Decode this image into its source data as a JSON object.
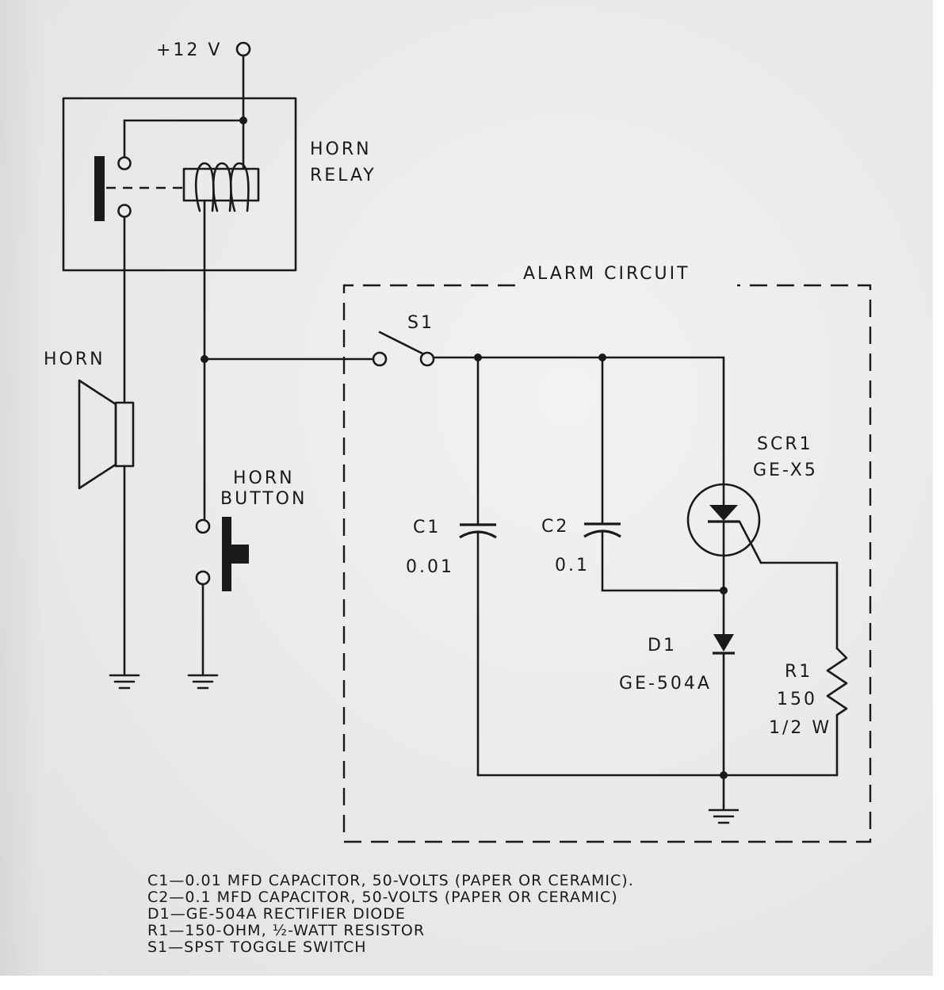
{
  "labels": {
    "supply": "+12 V",
    "horn_relay_line1": "HORN",
    "horn_relay_line2": "RELAY",
    "horn": "HORN",
    "horn_button_line1": "HORN",
    "horn_button_line2": "BUTTON",
    "alarm_circuit": "ALARM CIRCUIT",
    "s1": "S1",
    "c1_name": "C1",
    "c1_value": "0.01",
    "c2_name": "C2",
    "c2_value": "0.1",
    "scr1_name": "SCR1",
    "scr1_part": "GE-X5",
    "d1_name": "D1",
    "d1_part": "GE-504A",
    "r1_name": "R1",
    "r1_value": "150",
    "r1_power": "1/2 W"
  },
  "parts_list": [
    "C1—0.01 MFD CAPACITOR, 50-VOLTS (PAPER OR CERAMIC).",
    "C2—0.1 MFD CAPACITOR, 50-VOLTS (PAPER OR CERAMIC)",
    "D1—GE-504A RECTIFIER DIODE",
    "R1—150-OHM, ½-WATT RESISTOR",
    "S1—SPST TOGGLE SWITCH"
  ]
}
